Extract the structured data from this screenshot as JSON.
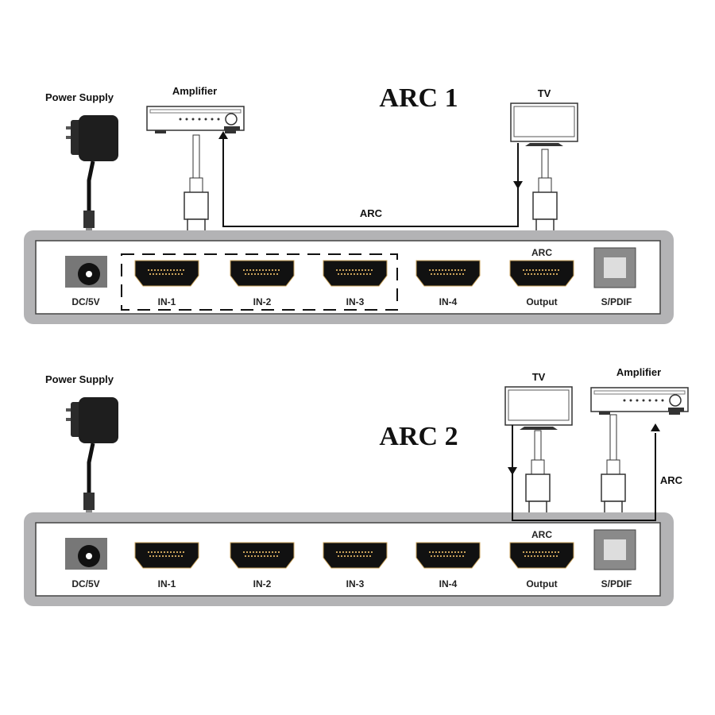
{
  "diagrams": [
    {
      "title": "ARC 1",
      "power_label": "Power Supply",
      "amp_label": "Amplifier",
      "tv_label": "TV",
      "arc_label": "ARC"
    },
    {
      "title": "ARC 2",
      "power_label": "Power Supply",
      "amp_label": "Amplifier",
      "tv_label": "TV",
      "arc_label": "ARC"
    }
  ],
  "panel": {
    "dc_label": "DC/5V",
    "ports": [
      "IN-1",
      "IN-2",
      "IN-3",
      "IN-4",
      "Output"
    ],
    "output_arc_label": "ARC",
    "spdif_label": "S/PDIF"
  },
  "colors": {
    "panel_outer": "#b3b3b5",
    "port": "#111111",
    "port_pins": "#c9a25a",
    "line": "#111111"
  }
}
